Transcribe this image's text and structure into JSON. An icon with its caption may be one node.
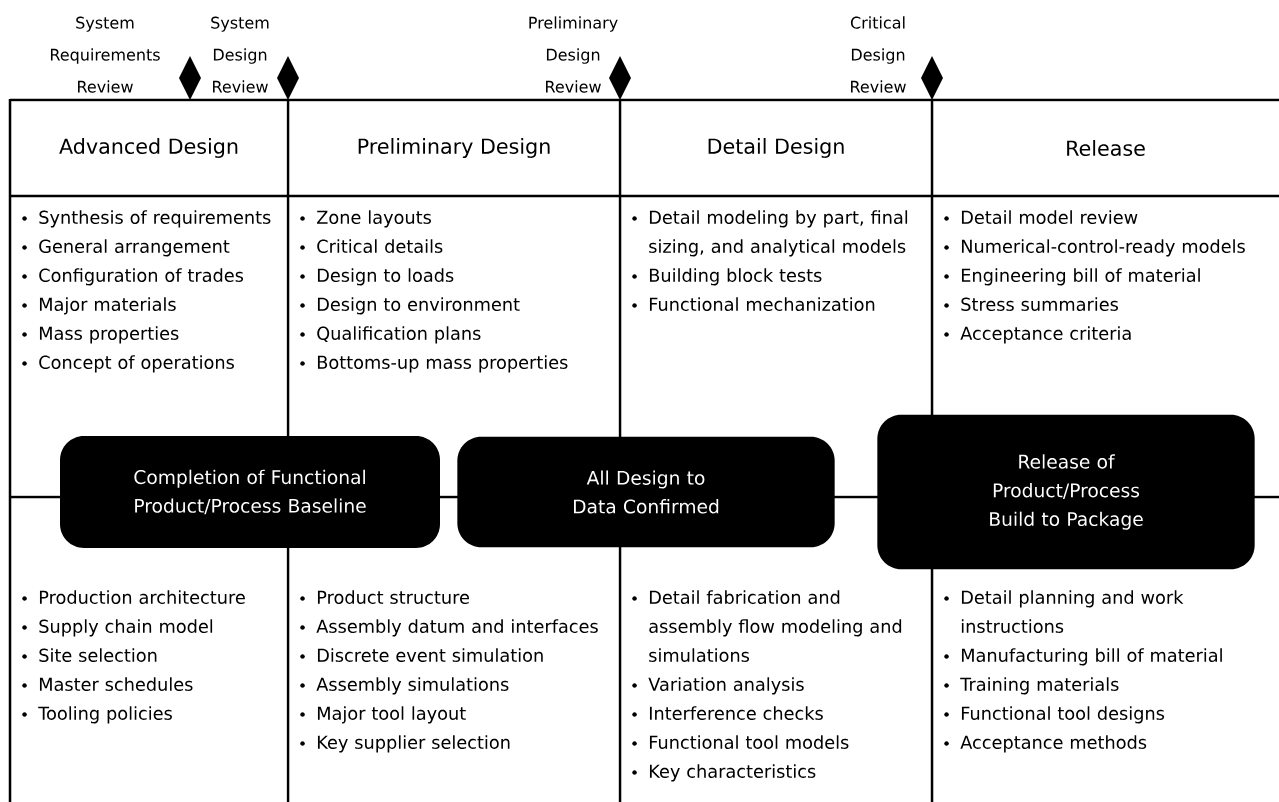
{
  "diagram": {
    "nodes": [
      {
        "text": [
          "Advanced Design"
        ]
      },
      {
        "text": [
          "Preliminary Design"
        ]
      },
      {
        "text": [
          "Detail Design"
        ]
      },
      {
        "text": [
          "Release"
        ]
      },
      {
        "text": [
          "Synthesis of requirements",
          "General arrangement",
          "Configuration of trades",
          "Major materials",
          "Mass properties",
          "Concept of operations"
        ]
      },
      {
        "text": [
          "Zone layouts",
          "Critical details",
          "Design to loads",
          "Design to environment",
          "Qualification plans",
          "Bottoms-up mass properties"
        ]
      },
      {
        "text": [
          "Detail modeling by part, final sizing, and analytical models",
          "Building block tests",
          "Functional mechanization"
        ]
      },
      {
        "text": [
          "Detail model review",
          "Numerical-control-ready models",
          "Engineering bill of material",
          "Stress summaries",
          "Acceptance criteria"
        ]
      },
      {
        "text": [
          "Completion of Functional Product/Process Baseline"
        ]
      },
      {
        "text": [
          "All Design to Data Confirmed"
        ]
      },
      {
        "text": [
          "Release of Product/Process Build to Package"
        ]
      },
      {
        "text": [
          "Production architecture",
          "Supply chain model",
          "Site selection",
          "Master schedules",
          "Tooling policies"
        ]
      },
      {
        "text": [
          "Product structure",
          "Assembly datum and interfaces",
          "Discrete event simulation",
          "Assembly simulations",
          "Major tool layout",
          "Key supplier selection"
        ]
      },
      {
        "text": [
          "Detail fabrication and assembly flow modeling and simulations",
          "Variation analysis",
          "Interference checks",
          "Functional tool models",
          "Key characteristics"
        ]
      },
      {
        "text": [
          "Detail planning and work instructions",
          "Manufacturing bill of material",
          "Training materials",
          "Functional tool designs",
          "Acceptance methods"
        ]
      }
    ],
    "labels": [
      "System Requirements Review",
      "System Design Review",
      "Preliminary Design Review",
      "Critical Design Review"
    ]
  }
}
